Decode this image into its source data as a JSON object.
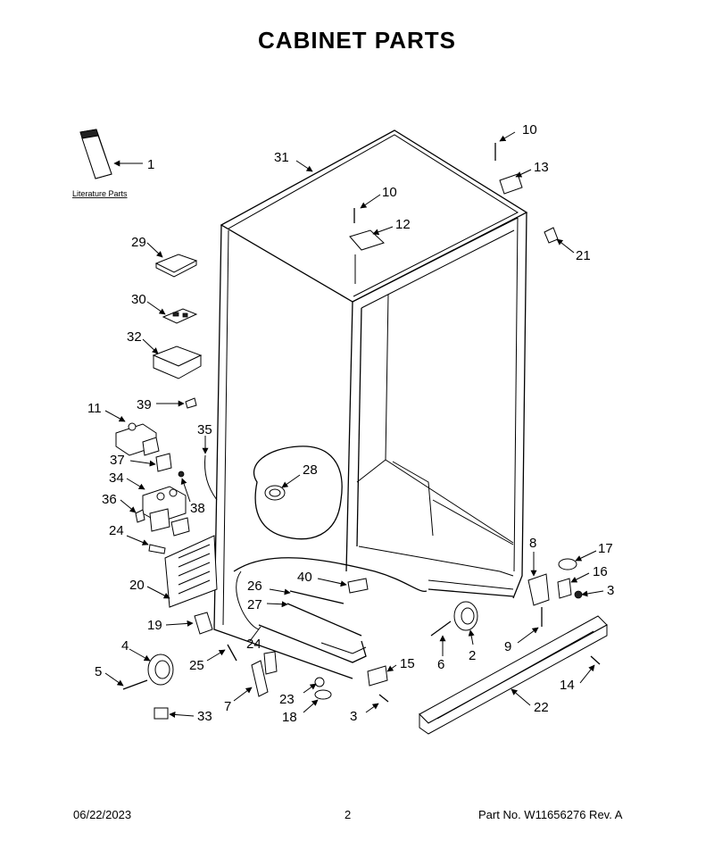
{
  "title": "CABINET PARTS",
  "literature_label": "Literature Parts",
  "footer": {
    "date": "06/22/2023",
    "page": "2",
    "part_no": "Part No.  W11656276  Rev.  A"
  },
  "callouts": {
    "c1": "1",
    "c2": "2",
    "c3a": "3",
    "c3b": "3",
    "c4": "4",
    "c5": "5",
    "c6": "6",
    "c7": "7",
    "c8": "8",
    "c9": "9",
    "c10a": "10",
    "c10b": "10",
    "c11": "11",
    "c12": "12",
    "c13": "13",
    "c14": "14",
    "c15": "15",
    "c16": "16",
    "c17": "17",
    "c18": "18",
    "c19": "19",
    "c20": "20",
    "c21": "21",
    "c22": "22",
    "c23": "23",
    "c24a": "24",
    "c24b": "24",
    "c25": "25",
    "c26": "26",
    "c27": "27",
    "c28": "28",
    "c29": "29",
    "c30": "30",
    "c31": "31",
    "c32": "32",
    "c33": "33",
    "c34": "34",
    "c35": "35",
    "c36": "36",
    "c37": "37",
    "c38": "38",
    "c39": "39",
    "c40": "40"
  }
}
